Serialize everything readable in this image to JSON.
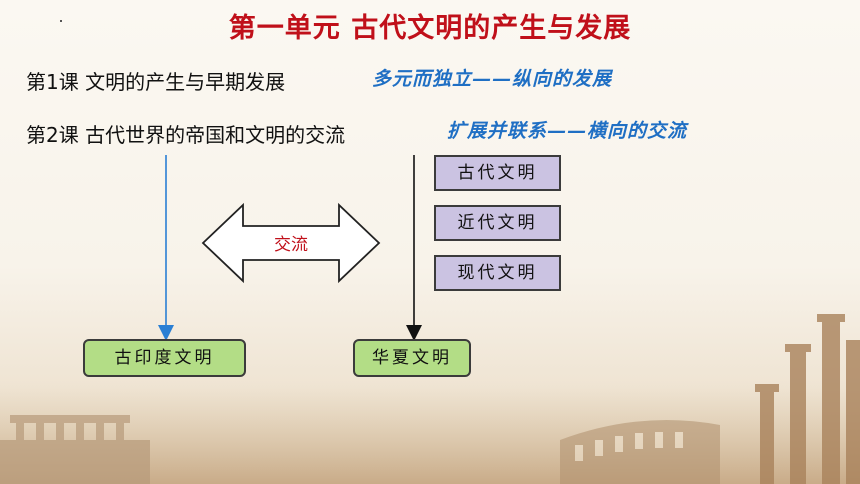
{
  "title": "第一单元  古代文明的产生与发展",
  "lessons": [
    {
      "label": "第1课  文明的产生与早期发展",
      "tag": "多元而独立——纵向的发展"
    },
    {
      "label": "第2课  古代世界的帝国和文明的交流",
      "tag": "扩展并联系——横向的交流"
    }
  ],
  "eras": [
    "古代文明",
    "近代文明",
    "现代文明"
  ],
  "exchange_label": "交流",
  "civilizations": {
    "india": "古印度文明",
    "china": "华夏文明"
  },
  "colors": {
    "title": "#c0101a",
    "tag": "#1f6fc4",
    "era_box": "#cbc3e2",
    "civ_box": "#b3dd86",
    "blue_arrow": "#2a7fd4"
  }
}
